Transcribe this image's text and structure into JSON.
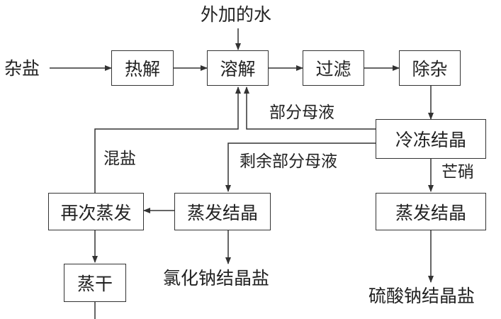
{
  "diagram": {
    "nodes": {
      "pyrolysis": "热解",
      "dissolve": "溶解",
      "filter": "过滤",
      "impurity_removal": "除杂",
      "freeze_crystallize": "冷冻结晶",
      "re_evaporate": "再次蒸发",
      "evaporate_crystallize_left": "蒸发结晶",
      "evaporate_crystallize_right": "蒸发结晶",
      "steam_dry": "蒸干"
    },
    "labels": {
      "mixed_salt_input": "杂盐",
      "added_water": "外加的水",
      "partial_mother_liquor": "部分母液",
      "mixed_salt_return": "混盐",
      "remaining_mother_liquor": "剩余部分母液",
      "mirabilite": "芒硝",
      "sodium_chloride_product": "氯化钠结晶盐",
      "sodium_sulfate_product": "硫酸钠结晶盐"
    }
  }
}
